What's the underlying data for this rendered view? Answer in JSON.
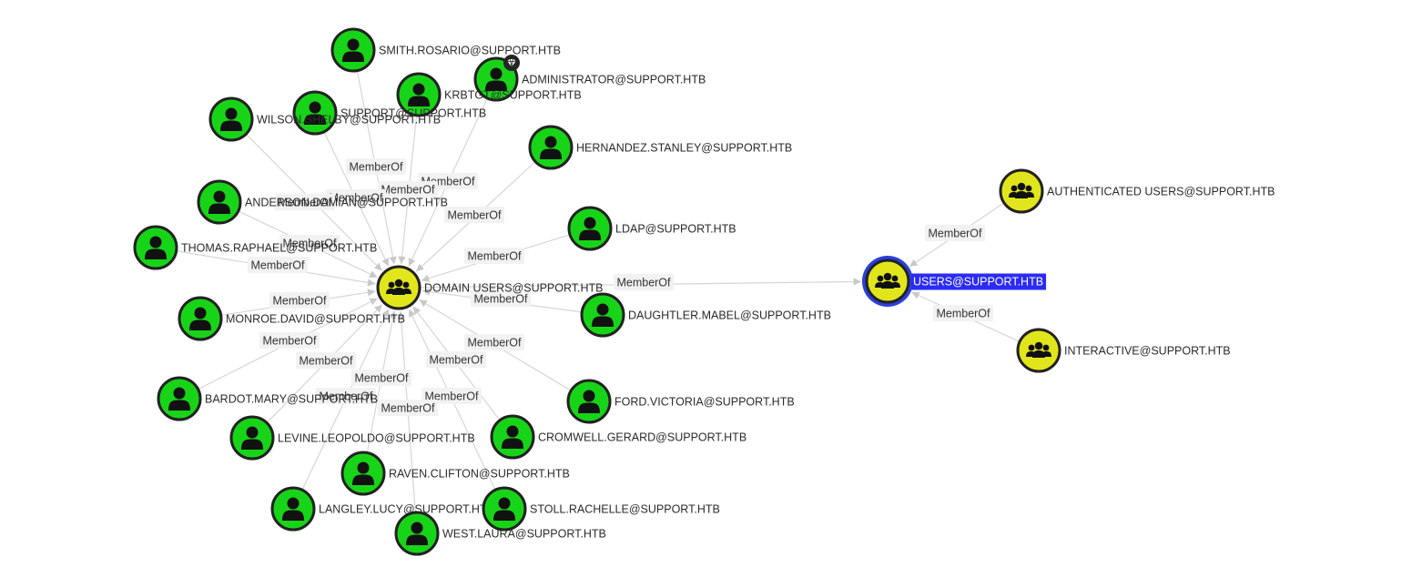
{
  "graph": {
    "edge_label": "MemberOf",
    "colors": {
      "user_fill": "#18d418",
      "group_fill": "#e1e61c",
      "selection_ring": "#2a3fe0",
      "selected_label_bg": "#2b2bf5",
      "edge": "#d6d6d6"
    },
    "nodes": [
      {
        "id": "domain_users",
        "label": "DOMAIN USERS@SUPPORT.HTB",
        "type": "group",
        "icon": "group-icon"
      },
      {
        "id": "users",
        "label": "USERS@SUPPORT.HTB",
        "type": "group",
        "icon": "group-icon",
        "selected": true
      },
      {
        "id": "authenticated",
        "label": "AUTHENTICATED USERS@SUPPORT.HTB",
        "type": "group",
        "icon": "group-icon"
      },
      {
        "id": "interactive",
        "label": "INTERACTIVE@SUPPORT.HTB",
        "type": "group",
        "icon": "group-icon"
      },
      {
        "id": "smith_rosario",
        "label": "SMITH.ROSARIO@SUPPORT.HTB",
        "type": "user",
        "icon": "user-icon"
      },
      {
        "id": "administrator",
        "label": "ADMINISTRATOR@SUPPORT.HTB",
        "type": "user",
        "icon": "user-icon",
        "badge": "high-value-gem-icon"
      },
      {
        "id": "krbtgt",
        "label": "KRBTGT@SUPPORT.HTB",
        "type": "user",
        "icon": "user-icon"
      },
      {
        "id": "support",
        "label": "SUPPORT@SUPPORT.HTB",
        "type": "user",
        "icon": "user-icon"
      },
      {
        "id": "wilson_shelby",
        "label": "WILSON.SHELBY@SUPPORT.HTB",
        "type": "user",
        "icon": "user-icon"
      },
      {
        "id": "hernandez_stanley",
        "label": "HERNANDEZ.STANLEY@SUPPORT.HTB",
        "type": "user",
        "icon": "user-icon"
      },
      {
        "id": "anderson_damian",
        "label": "ANDERSON.DAMIAN@SUPPORT.HTB",
        "type": "user",
        "icon": "user-icon"
      },
      {
        "id": "ldap",
        "label": "LDAP@SUPPORT.HTB",
        "type": "user",
        "icon": "user-icon"
      },
      {
        "id": "thomas_raphael",
        "label": "THOMAS.RAPHAEL@SUPPORT.HTB",
        "type": "user",
        "icon": "user-icon"
      },
      {
        "id": "daughtler_mabel",
        "label": "DAUGHTLER.MABEL@SUPPORT.HTB",
        "type": "user",
        "icon": "user-icon"
      },
      {
        "id": "monroe_david",
        "label": "MONROE.DAVID@SUPPORT.HTB",
        "type": "user",
        "icon": "user-icon"
      },
      {
        "id": "ford_victoria",
        "label": "FORD.VICTORIA@SUPPORT.HTB",
        "type": "user",
        "icon": "user-icon"
      },
      {
        "id": "bardot_mary",
        "label": "BARDOT.MARY@SUPPORT.HTB",
        "type": "user",
        "icon": "user-icon"
      },
      {
        "id": "cromwell_gerard",
        "label": "CROMWELL.GERARD@SUPPORT.HTB",
        "type": "user",
        "icon": "user-icon"
      },
      {
        "id": "levine_leopoldo",
        "label": "LEVINE.LEOPOLDO@SUPPORT.HTB",
        "type": "user",
        "icon": "user-icon"
      },
      {
        "id": "raven_clifton",
        "label": "RAVEN.CLIFTON@SUPPORT.HTB",
        "type": "user",
        "icon": "user-icon"
      },
      {
        "id": "langley_lucy",
        "label": "LANGLEY.LUCY@SUPPORT.HTB",
        "type": "user",
        "icon": "user-icon"
      },
      {
        "id": "stoll_rachelle",
        "label": "STOLL.RACHELLE@SUPPORT.HTB",
        "type": "user",
        "icon": "user-icon"
      },
      {
        "id": "west_laura",
        "label": "WEST.LAURA@SUPPORT.HTB",
        "type": "user",
        "icon": "user-icon"
      }
    ],
    "edges": [
      {
        "from": "smith_rosario",
        "to": "domain_users",
        "label": "MemberOf"
      },
      {
        "from": "administrator",
        "to": "domain_users",
        "label": "MemberOf"
      },
      {
        "from": "krbtgt",
        "to": "domain_users",
        "label": "MemberOf"
      },
      {
        "from": "support",
        "to": "domain_users",
        "label": "MemberOf"
      },
      {
        "from": "wilson_shelby",
        "to": "domain_users",
        "label": "MemberOf"
      },
      {
        "from": "hernandez_stanley",
        "to": "domain_users",
        "label": "MemberOf"
      },
      {
        "from": "anderson_damian",
        "to": "domain_users",
        "label": "MemberOf"
      },
      {
        "from": "ldap",
        "to": "domain_users",
        "label": "MemberOf"
      },
      {
        "from": "thomas_raphael",
        "to": "domain_users",
        "label": "MemberOf"
      },
      {
        "from": "daughtler_mabel",
        "to": "domain_users",
        "label": "MemberOf"
      },
      {
        "from": "monroe_david",
        "to": "domain_users",
        "label": "MemberOf"
      },
      {
        "from": "ford_victoria",
        "to": "domain_users",
        "label": "MemberOf"
      },
      {
        "from": "bardot_mary",
        "to": "domain_users",
        "label": "MemberOf"
      },
      {
        "from": "cromwell_gerard",
        "to": "domain_users",
        "label": "MemberOf"
      },
      {
        "from": "levine_leopoldo",
        "to": "domain_users",
        "label": "MemberOf"
      },
      {
        "from": "raven_clifton",
        "to": "domain_users",
        "label": "MemberOf"
      },
      {
        "from": "langley_lucy",
        "to": "domain_users",
        "label": "MemberOf"
      },
      {
        "from": "stoll_rachelle",
        "to": "domain_users",
        "label": "MemberOf"
      },
      {
        "from": "west_laura",
        "to": "domain_users",
        "label": "MemberOf"
      },
      {
        "from": "domain_users",
        "to": "users",
        "label": "MemberOf"
      },
      {
        "from": "authenticated",
        "to": "users",
        "label": "MemberOf"
      },
      {
        "from": "interactive",
        "to": "users",
        "label": "MemberOf"
      }
    ]
  }
}
